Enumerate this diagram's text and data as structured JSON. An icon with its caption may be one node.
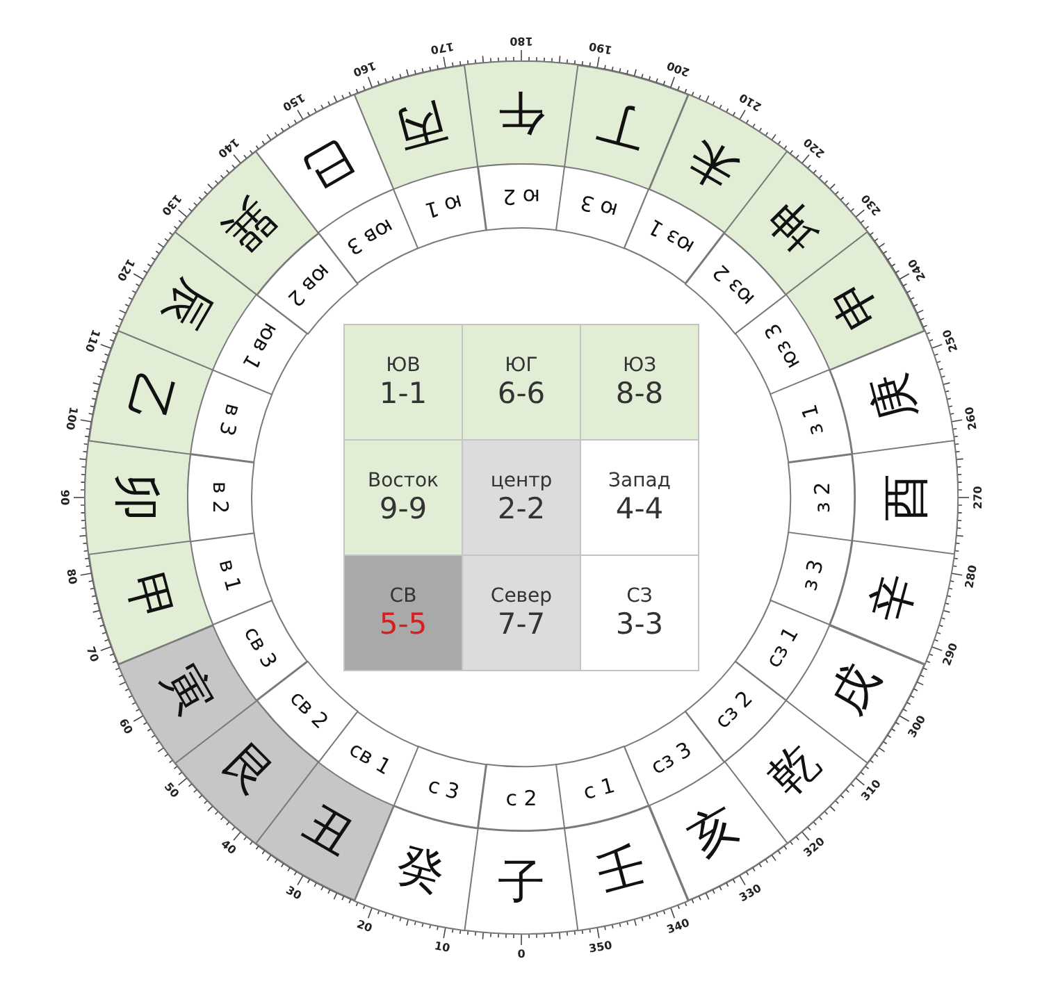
{
  "diagram": {
    "nodes": [
      {
        "text": [
          "子"
        ]
      },
      {
        "text": [
          "癸"
        ]
      },
      {
        "text": [
          "丑"
        ]
      },
      {
        "text": [
          "艮"
        ]
      },
      {
        "text": [
          "寅"
        ]
      },
      {
        "text": [
          "甲"
        ]
      },
      {
        "text": [
          "卯"
        ]
      },
      {
        "text": [
          "乙"
        ]
      },
      {
        "text": [
          "辰"
        ]
      },
      {
        "text": [
          "巽"
        ]
      },
      {
        "text": [
          "巳"
        ]
      },
      {
        "text": [
          "丙"
        ]
      },
      {
        "text": [
          "午"
        ]
      },
      {
        "text": [
          "丁"
        ]
      },
      {
        "text": [
          "未"
        ]
      },
      {
        "text": [
          "坤"
        ]
      },
      {
        "text": [
          "申"
        ]
      },
      {
        "text": [
          "庚"
        ]
      },
      {
        "text": [
          "酉"
        ]
      },
      {
        "text": [
          "辛"
        ]
      },
      {
        "text": [
          "戌"
        ]
      },
      {
        "text": [
          "乾"
        ]
      },
      {
        "text": [
          "亥"
        ]
      },
      {
        "text": [
          "壬"
        ]
      },
      {
        "text": [
          "с 2"
        ]
      },
      {
        "text": [
          "с 3"
        ]
      },
      {
        "text": [
          "св 1"
        ]
      },
      {
        "text": [
          "св 2"
        ]
      },
      {
        "text": [
          "св 3"
        ]
      },
      {
        "text": [
          "в 1"
        ]
      },
      {
        "text": [
          "в 2"
        ]
      },
      {
        "text": [
          "в 3"
        ]
      },
      {
        "text": [
          "юв 1"
        ]
      },
      {
        "text": [
          "юв 2"
        ]
      },
      {
        "text": [
          "юв 3"
        ]
      },
      {
        "text": [
          "ю 1"
        ]
      },
      {
        "text": [
          "ю 2"
        ]
      },
      {
        "text": [
          "ю 3"
        ]
      },
      {
        "text": [
          "юз 1"
        ]
      },
      {
        "text": [
          "юз 2"
        ]
      },
      {
        "text": [
          "юз 3"
        ]
      },
      {
        "text": [
          "з 1"
        ]
      },
      {
        "text": [
          "з 2"
        ]
      },
      {
        "text": [
          "з 3"
        ]
      },
      {
        "text": [
          "сз 1"
        ]
      },
      {
        "text": [
          "сз 2"
        ]
      },
      {
        "text": [
          "сз 3"
        ]
      },
      {
        "text": [
          "с 1"
        ]
      },
      {
        "text": [
          "ЮВ",
          "1-1"
        ]
      },
      {
        "text": [
          "ЮГ",
          "6-6"
        ]
      },
      {
        "text": [
          "ЮЗ",
          "8-8"
        ]
      },
      {
        "text": [
          "Восток",
          "9-9"
        ]
      },
      {
        "text": [
          "центр",
          "2-2"
        ]
      },
      {
        "text": [
          "Запад",
          "4-4"
        ]
      },
      {
        "text": [
          "СВ",
          "5-5"
        ]
      },
      {
        "text": [
          "Север",
          "7-7"
        ]
      },
      {
        "text": [
          "СЗ",
          "3-3"
        ]
      }
    ],
    "labels": [
      "0",
      "10",
      "20",
      "30",
      "40",
      "50",
      "60",
      "70",
      "80",
      "90",
      "100",
      "110",
      "120",
      "130",
      "140",
      "150",
      "160",
      "170",
      "180",
      "190",
      "200",
      "210",
      "220",
      "230",
      "240",
      "250",
      "260",
      "270",
      "280",
      "290",
      "300",
      "310",
      "320",
      "330",
      "340",
      "350"
    ]
  }
}
